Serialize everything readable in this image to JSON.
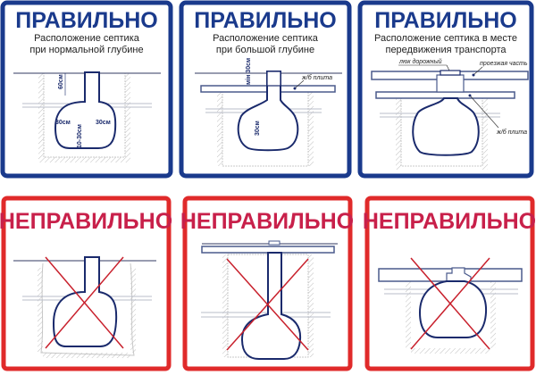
{
  "colors": {
    "correct": "#1a3a8c",
    "incorrect": "#e02a2a",
    "incorrect_text": "#c8204a",
    "cross": "#c8202c"
  },
  "correct_panels": [
    {
      "title": "ПРАВИЛЬНО",
      "subtitle": [
        "Расположение септика",
        "при нормальной глубине"
      ],
      "labels": {
        "depth": "60см",
        "left": "30см",
        "right": "30см",
        "bottom": "10-30см"
      }
    },
    {
      "title": "ПРАВИЛЬНО",
      "subtitle": [
        "Расположение септика",
        "при большой глубине"
      ],
      "labels": {
        "min": "мін 30см",
        "slab": "ж/б плита",
        "neck": "30см"
      }
    },
    {
      "title": "ПРАВИЛЬНО",
      "subtitle": [
        "Расположение септика в месте",
        "передвижения транспорта"
      ],
      "labels": {
        "hatch": "люк дорожный",
        "road": "проезжая часть",
        "slab": "ж/б плита"
      }
    }
  ],
  "incorrect_panels": [
    {
      "title": "НЕПРАВИЛЬНО"
    },
    {
      "title": "НЕПРАВИЛЬНО"
    },
    {
      "title": "НЕПРАВИЛЬНО"
    }
  ]
}
